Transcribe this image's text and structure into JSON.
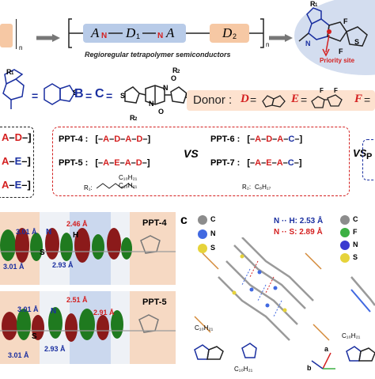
{
  "top_row": {
    "left_label": "n",
    "chain": {
      "a1": "A",
      "n1": "N",
      "d1": "D",
      "d1_sub": "1",
      "n2": "N",
      "a2": "A",
      "d2": "D",
      "d2_sub": "2",
      "n_sub": "n"
    },
    "caption": "Regioregular tetrapolymer semiconductors",
    "priority_site": "Priority site",
    "r_label": "R",
    "r_sub": "1"
  },
  "acceptors": {
    "r_top": "R",
    "r_top_sub": "1",
    "b_label": "B",
    "c_label": "C",
    "r2_top": "R",
    "r2_sub": "2",
    "r2_bottom": "R",
    "r2_bottom_sub": "2"
  },
  "donor_box": {
    "label": "Donor :",
    "d": "D",
    "e": "E",
    "f": "F",
    "eq": "="
  },
  "polymers": {
    "ppt4": {
      "name": "PPT-4 :",
      "seq": [
        "A",
        "D",
        "A",
        "D"
      ]
    },
    "ppt5": {
      "name": "PPT-5 :",
      "seq": [
        "A",
        "E",
        "A",
        "D"
      ]
    },
    "ppt6": {
      "name": "PPT-6 :",
      "seq": [
        "A",
        "D",
        "A",
        "C"
      ]
    },
    "ppt7": {
      "name": "PPT-7 :",
      "seq": [
        "A",
        "E",
        "A",
        "C"
      ]
    },
    "vs": "VS",
    "r1_def": "R₁:",
    "c10": "C₁₀H₂₁",
    "c8": "C₈H₁₇",
    "r2_def": "R₂:",
    "right_box": "P",
    "left_box_rows": [
      "A",
      "D",
      "A",
      "E",
      "A",
      "E"
    ],
    "n": "n"
  },
  "panel_b": {
    "top_title": "PPT-4",
    "bottom_title": "PPT-5",
    "top_distances": [
      "3.01 Å",
      "2.46 Å",
      "2.93 Å",
      "3.01 Å"
    ],
    "bottom_distances": [
      "3.01 Å",
      "2.51 Å",
      "2.91 Å",
      "2.93 Å",
      "3.01 Å"
    ],
    "atoms": [
      "N",
      "H",
      "S",
      "S",
      "N",
      "S"
    ]
  },
  "panel_c": {
    "label": "c",
    "legend": [
      {
        "sym": "C",
        "color": "#8c8c8c"
      },
      {
        "sym": "N",
        "color": "#4169e1"
      },
      {
        "sym": "S",
        "color": "#e6d33a"
      }
    ],
    "legend_right": [
      {
        "sym": "C",
        "color": "#8c8c8c"
      },
      {
        "sym": "F",
        "color": "#3cb043"
      },
      {
        "sym": "N",
        "color": "#3a3ad0"
      },
      {
        "sym": "S",
        "color": "#e6d33a"
      }
    ],
    "contact1": "N ·· H: 2.53 Å",
    "contact2": "N ·· S: 2.89 Å",
    "c10_top": "C₁₀H₂₁",
    "c10_bottom": "C₁₀H₂₁",
    "c10_right": "C₁₀H₂₁",
    "axis_a": "a",
    "axis_b": "b"
  },
  "colors": {
    "red": "#d42020",
    "blue": "#1a2fa0",
    "orange_box": "#f6c8a4",
    "blue_box": "#b8cbe8"
  }
}
